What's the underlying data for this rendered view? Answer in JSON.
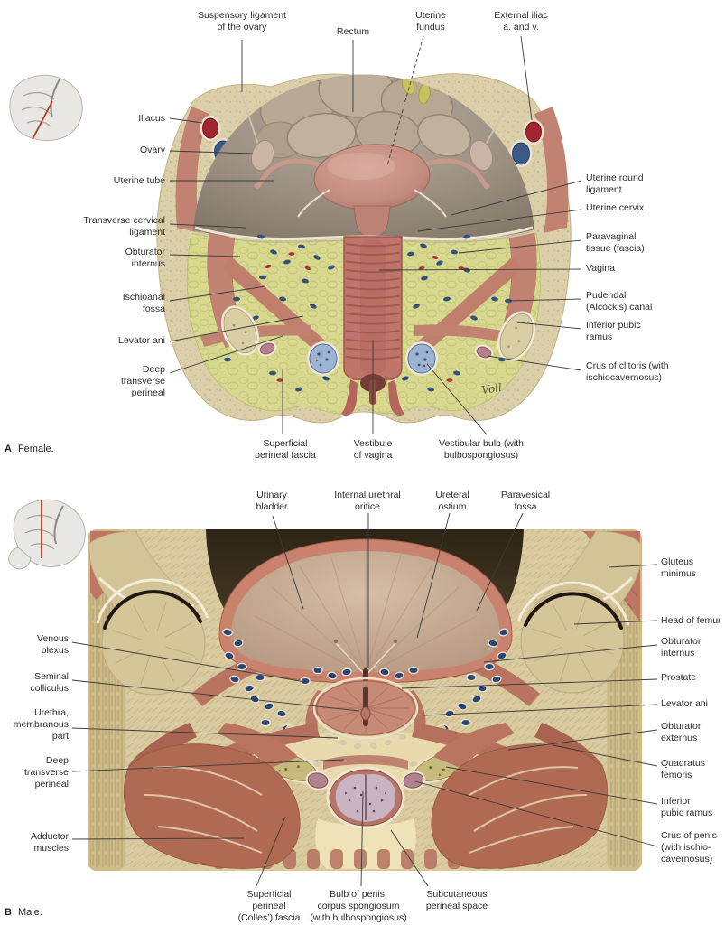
{
  "panelA": {
    "caption": {
      "letter": "A",
      "text": "Female."
    },
    "signature": "Voll",
    "labels": {
      "suspensory_ligament": {
        "text": "Suspensory ligament\nof the ovary"
      },
      "rectum": {
        "text": "Rectum"
      },
      "uterine_fundus": {
        "text": "Uterine\nfundus"
      },
      "external_iliac": {
        "text": "External iliac\na. and v."
      },
      "iliacus": {
        "text": "Iliacus"
      },
      "ovary": {
        "text": "Ovary"
      },
      "uterine_tube": {
        "text": "Uterine tube"
      },
      "transverse_cervical_ligament": {
        "text": "Transverse cervical\nligament"
      },
      "obturator_internus": {
        "text": "Obturator\ninternus"
      },
      "ischioanal_fossa": {
        "text": "Ischioanal\nfossa"
      },
      "levator_ani": {
        "text": "Levator ani"
      },
      "deep_transverse_perineal": {
        "text": "Deep\ntransverse\nperineal"
      },
      "uterine_round_ligament": {
        "text": "Uterine round\nligament"
      },
      "uterine_cervix": {
        "text": "Uterine cervix"
      },
      "paravaginal_tissue": {
        "text": "Paravaginal\ntissue (fascia)"
      },
      "vagina": {
        "text": "Vagina"
      },
      "pudendal_canal": {
        "text": "Pudendal\n(Alcock’s) canal"
      },
      "inferior_pubic_ramus": {
        "text": "Inferior pubic\nramus"
      },
      "crus_of_clitoris": {
        "text": "Crus of clitoris (with\nischiocavernosus)"
      },
      "superficial_perineal_fascia": {
        "text": "Superficial\nperineal fascia"
      },
      "vestibule_of_vagina": {
        "text": "Vestibule\nof vagina"
      },
      "vestibular_bulb": {
        "text": "Vestibular bulb (with\nbulbospongiosus)"
      }
    }
  },
  "panelB": {
    "caption": {
      "letter": "B",
      "text": "Male."
    },
    "labels": {
      "urinary_bladder": {
        "text": "Urinary\nbladder"
      },
      "internal_urethral_orifice": {
        "text": "Internal urethral\norifice"
      },
      "ureteral_ostium": {
        "text": "Ureteral\nostium"
      },
      "paravesical_fossa": {
        "text": "Paravesical\nfossa"
      },
      "venous_plexus": {
        "text": "Venous\nplexus"
      },
      "seminal_colliculus": {
        "text": "Seminal\ncolliculus"
      },
      "urethra_membranous": {
        "text": "Urethra,\nmembranous\npart"
      },
      "deep_transverse_perineal": {
        "text": "Deep\ntransverse\nperineal"
      },
      "adductor_muscles": {
        "text": "Adductor\nmuscles"
      },
      "gluteus_minimus": {
        "text": "Gluteus\nminimus"
      },
      "head_of_femur": {
        "text": "Head of femur"
      },
      "obturator_internus": {
        "text": "Obturator\ninternus"
      },
      "prostate": {
        "text": "Prostate"
      },
      "levator_ani": {
        "text": "Levator ani"
      },
      "obturator_externus": {
        "text": "Obturator\nexternus"
      },
      "quadratus_femoris": {
        "text": "Quadratus\nfemoris"
      },
      "inferior_pubic_ramus": {
        "text": "Inferior\npubic ramus"
      },
      "crus_of_penis": {
        "text": "Crus of penis\n(with ischio-\ncavernosus)"
      },
      "superficial_colles_fascia": {
        "text": "Superficial\nperineal\n(Colles’) fascia"
      },
      "bulb_of_penis": {
        "text": "Bulb of penis,\ncorpus spongiosum\n(with bulbospongiosus)"
      },
      "subcutaneous_perineal_space": {
        "text": "Subcutaneous\nperineal space"
      }
    }
  },
  "colors": {
    "label_text": "#2d2d2d",
    "leader_line": "#3b3b3b",
    "bone_cream": "#d9cb9f",
    "muscle_red": "#bf7664",
    "fat_yellow": "#d8d98f",
    "artery_red": "#a32530",
    "vein_blue": "#2c4672",
    "bulb_blue": "#9db3d2",
    "section_plane_red": "#b23a28"
  }
}
